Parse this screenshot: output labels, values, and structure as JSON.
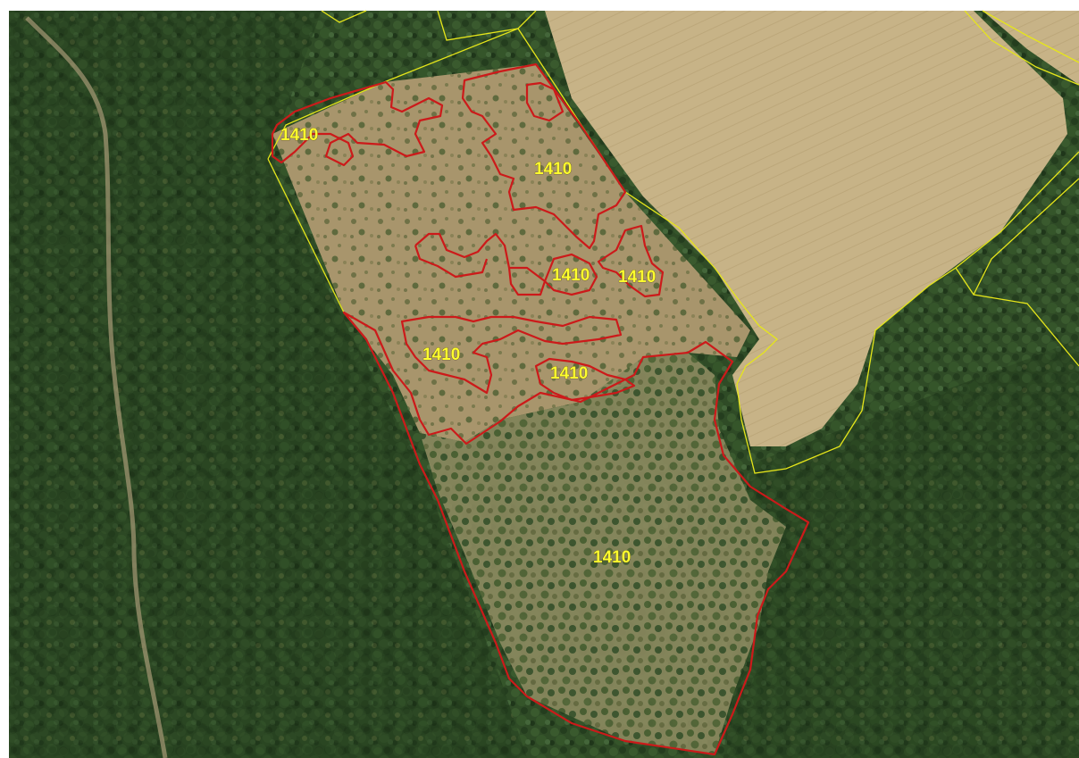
{
  "map": {
    "type": "aerial orthophoto with vector overlay",
    "colors": {
      "habitat_outline": "#cc1a1a",
      "cadastral_line": "#e6e61a",
      "label_text": "#ffff2e",
      "forest": "#2d4a24",
      "clearing": "#a8946a",
      "field": "#c7b387",
      "frame": "#ffffff"
    },
    "labels": [
      {
        "text": "1410"
      },
      {
        "text": "1410"
      },
      {
        "text": "1410"
      },
      {
        "text": "1410"
      },
      {
        "text": "1410"
      },
      {
        "text": "1410"
      },
      {
        "text": "1410"
      }
    ]
  }
}
